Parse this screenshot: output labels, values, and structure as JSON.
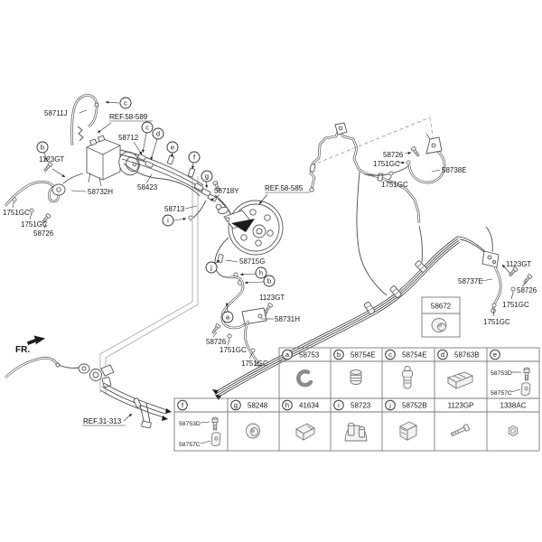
{
  "fr": {
    "label": "FR."
  },
  "refs": {
    "r58589": "REF.58-589",
    "r58585": "REF.58-585",
    "r31313": "REF.31-313"
  },
  "parts": {
    "p58711j": "58711J",
    "p58712": "58712",
    "p58732h": "58732H",
    "p58423": "58423",
    "p58713": "58713",
    "p58718y": "58718Y",
    "p58715g": "58715G",
    "p58731h": "58731H",
    "p58737e": "58737E",
    "p58738e": "58738E",
    "p58726": "58726",
    "p1751gc": "1751GC",
    "p1123gt": "1123GT",
    "p58672": "58672"
  },
  "callouts": {
    "a": "a",
    "b": "b",
    "c": "c",
    "d": "d",
    "e": "e",
    "f": "f",
    "g": "g",
    "h": "h",
    "i": "i",
    "j": "j"
  },
  "table": {
    "row1": [
      {
        "letter": "a",
        "part": "58753"
      },
      {
        "letter": "b",
        "part": "58754E"
      },
      {
        "letter": "c",
        "part": "58754E"
      },
      {
        "letter": "d",
        "part": "58763B"
      },
      {
        "letter": "e",
        "part": "",
        "sub1": "58753D",
        "sub2": "58757C"
      }
    ],
    "row2": [
      {
        "letter": "f",
        "part": "",
        "sub1": "58753D",
        "sub2": "58757C"
      },
      {
        "letter": "g",
        "part": "58248"
      },
      {
        "letter": "h",
        "part": "41634"
      },
      {
        "letter": "i",
        "part": "58723"
      },
      {
        "letter": "j",
        "part": "58752B"
      },
      {
        "letter": "",
        "part": "1123GP"
      },
      {
        "letter": "",
        "part": "1338AC"
      }
    ]
  },
  "inset": {
    "part": "58672"
  }
}
